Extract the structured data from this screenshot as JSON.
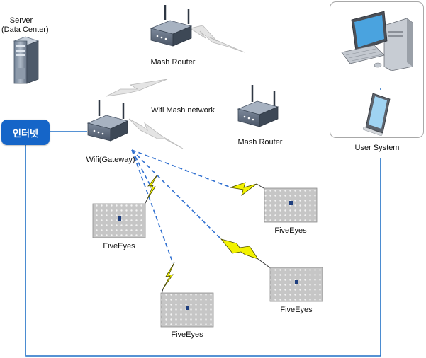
{
  "server": {
    "label_line1": "Server",
    "label_line2": "(Data Center)"
  },
  "internet": {
    "label": "인터넷"
  },
  "gateway": {
    "label": "Wifi(Gateway)"
  },
  "routers": [
    {
      "label": "Mash Router"
    },
    {
      "label": "Mash Router"
    }
  ],
  "mesh_network": {
    "label": "Wifi Mash network"
  },
  "user_system": {
    "label": "User System"
  },
  "devices": [
    {
      "label": "FiveEyes"
    },
    {
      "label": "FiveEyes"
    },
    {
      "label": "FiveEyes"
    },
    {
      "label": "FiveEyes"
    }
  ],
  "colors": {
    "link_line": "#1f6fc6",
    "wireless_dash": "#2f6fd0",
    "lightning": "#f2f200",
    "badge": "#1565c8",
    "device_body": "#c4c4c4"
  }
}
